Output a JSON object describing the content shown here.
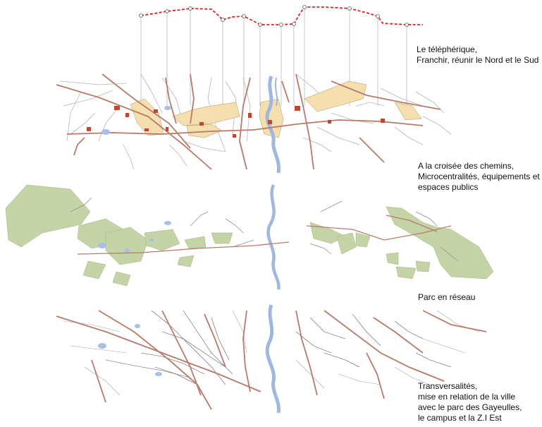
{
  "sections": [
    {
      "id": "telepherique",
      "lines": [
        "Le téléphérique,",
        "Franchir, réunir le Nord et le Sud"
      ]
    },
    {
      "id": "croisee",
      "lines": [
        "A la croisée des chemins,",
        "Microcentralités, équipements et",
        "espaces publics"
      ]
    },
    {
      "id": "parc",
      "lines": [
        "Parc en réseau"
      ]
    },
    {
      "id": "transversalites",
      "lines": [
        "Transversalités,",
        "mise en relation de la ville",
        "avec le parc des Gayeulles,",
        "le campus et la Z.I Est"
      ]
    }
  ],
  "colors": {
    "cable_line": "#e02020",
    "station_fill": "#ffffff",
    "pylon": "#bdbdbd",
    "river": "#9fb8e0",
    "main_road": "#b87a6a",
    "street": "#9a9a9a",
    "centrality_zone": "#f5dfae",
    "equipment": "#c9442a",
    "park": "#c5d4a6",
    "pond": "#a9bfe6",
    "dense_fabric": "#5a5a5a"
  }
}
